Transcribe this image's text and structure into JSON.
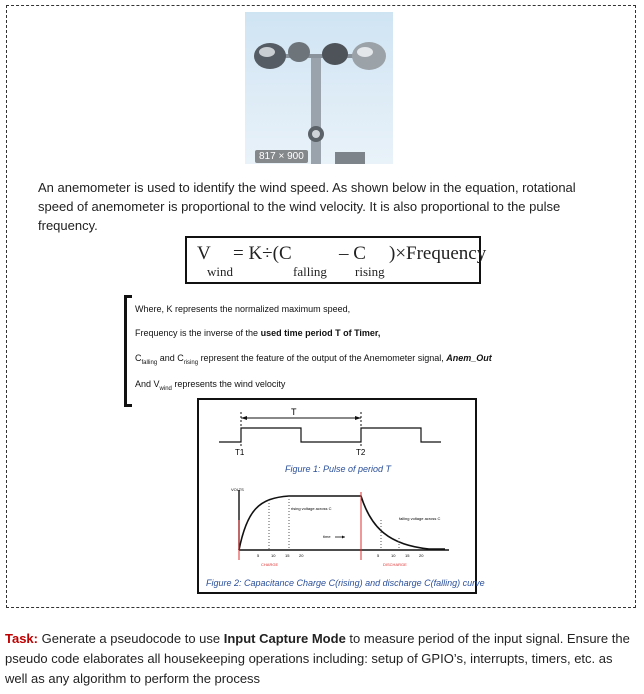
{
  "photo": {
    "caption": "817 × 900"
  },
  "intro": "An anemometer is used to identify the wind speed. As shown below in the equation, rotational speed of anemometer is proportional to the wind velocity. It is also proportional to the pulse frequency.",
  "equation": {
    "v": "V",
    "wind": "wind",
    "eq": "= K÷(C",
    "falling": "falling",
    "minus": "– C",
    "rising": "rising",
    "freq": ")×Frequency"
  },
  "notes": {
    "k_line": "Where, K represents the normalized maximum speed,",
    "freq_prefix": "Frequency is the inverse of the ",
    "freq_bold": "used time period T of Timer,",
    "c_falling": "C",
    "c_falling_sub": "falling",
    "c_and": " and C",
    "c_rising_sub": "rising",
    "c_rest": " represent the feature of the output of the Anemometer signal, ",
    "c_signal": "Anem_Out",
    "v_line_a": "And V",
    "v_line_sub": "wind",
    "v_line_b": " represents the wind velocity"
  },
  "figure": {
    "t_label": "T",
    "t1": "T1",
    "t2": "T2",
    "caption1": "Figure 1: Pulse of period T",
    "volts": "VOLTS",
    "rising_label": "rising voltage across C",
    "falling_label": "falling voltage across C",
    "time_label": "time",
    "charge": "CHARGE",
    "discharge": "DISCHARGE",
    "ticks_left": [
      "5",
      "10",
      "15",
      "20"
    ],
    "ticks_right": [
      "5",
      "10",
      "15",
      "20"
    ],
    "caption2": "Figure 2: Capacitance Charge C(rising) and discharge C(falling) curve"
  },
  "task": {
    "label": "Task:",
    "t1": " Generate a pseudocode to use ",
    "bold": "Input Capture Mode",
    "t2": " to measure period of the input signal. Ensure the pseudo code elaborates all housekeeping operations including: setup of GPIO’s, interrupts, timers, etc. as well as any algorithm to perform the process"
  }
}
